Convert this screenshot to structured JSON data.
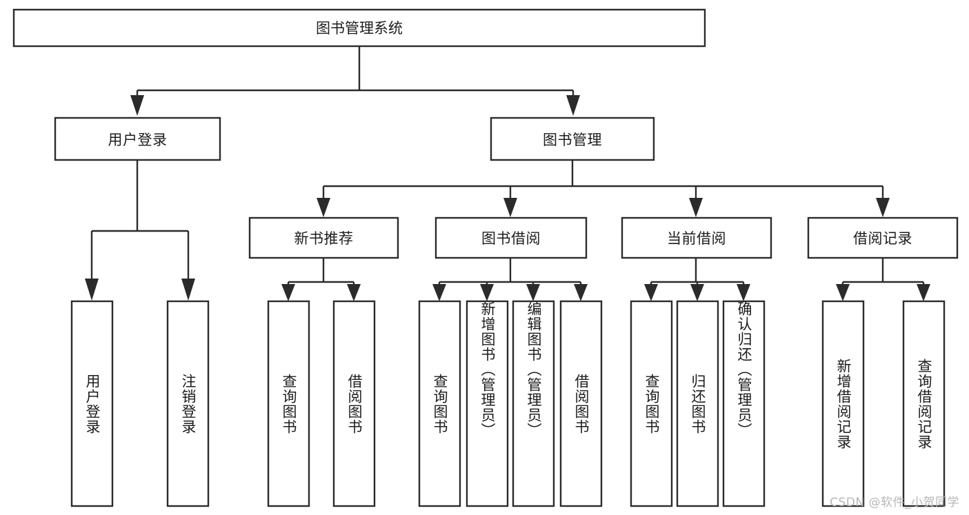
{
  "diagram": {
    "type": "tree",
    "title": "图书管理系统",
    "orientation": "top-down",
    "colors": {
      "box_fill": "#ffffff",
      "box_stroke": "#2b2b2b",
      "text": "#1c1c1c",
      "background": "#ffffff",
      "watermark": "#b6b6b6"
    },
    "root": {
      "label": "图书管理系统"
    },
    "level2": [
      {
        "label": "用户登录"
      },
      {
        "label": "图书管理"
      }
    ],
    "level3": [
      {
        "label": "新书推荐"
      },
      {
        "label": "图书借阅"
      },
      {
        "label": "当前借阅"
      },
      {
        "label": "借阅记录"
      }
    ],
    "leaves": {
      "user_login": [
        {
          "label": "用户登录"
        },
        {
          "label": "注销登录"
        }
      ],
      "new_book_recommend": [
        {
          "label": "查询图书"
        },
        {
          "label": "借阅图书"
        }
      ],
      "book_borrow": [
        {
          "label": "查询图书"
        },
        {
          "label": "新增图书（管理员）"
        },
        {
          "label": "编辑图书（管理员）"
        },
        {
          "label": "借阅图书"
        }
      ],
      "current_borrow": [
        {
          "label": "查询图书"
        },
        {
          "label": "归还图书"
        },
        {
          "label": "确认归还（管理员）"
        }
      ],
      "borrow_record": [
        {
          "label": "新增借阅记录"
        },
        {
          "label": "查询借阅记录"
        }
      ]
    },
    "watermark": "CSDN @软件_小贺同学"
  }
}
